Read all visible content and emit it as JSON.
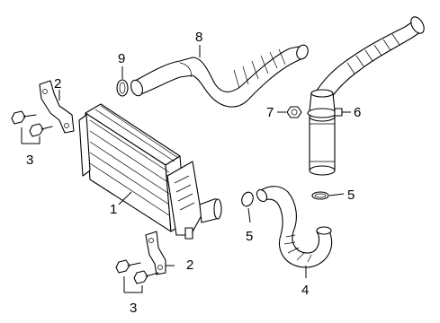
{
  "callouts": {
    "c1": "1",
    "c2a": "2",
    "c2b": "2",
    "c3a": "3",
    "c3b": "3",
    "c4": "4",
    "c5a": "5",
    "c5b": "5",
    "c6": "6",
    "c7": "7",
    "c8": "8",
    "c9": "9"
  },
  "colors": {
    "line": "#000000",
    "background": "#ffffff"
  }
}
